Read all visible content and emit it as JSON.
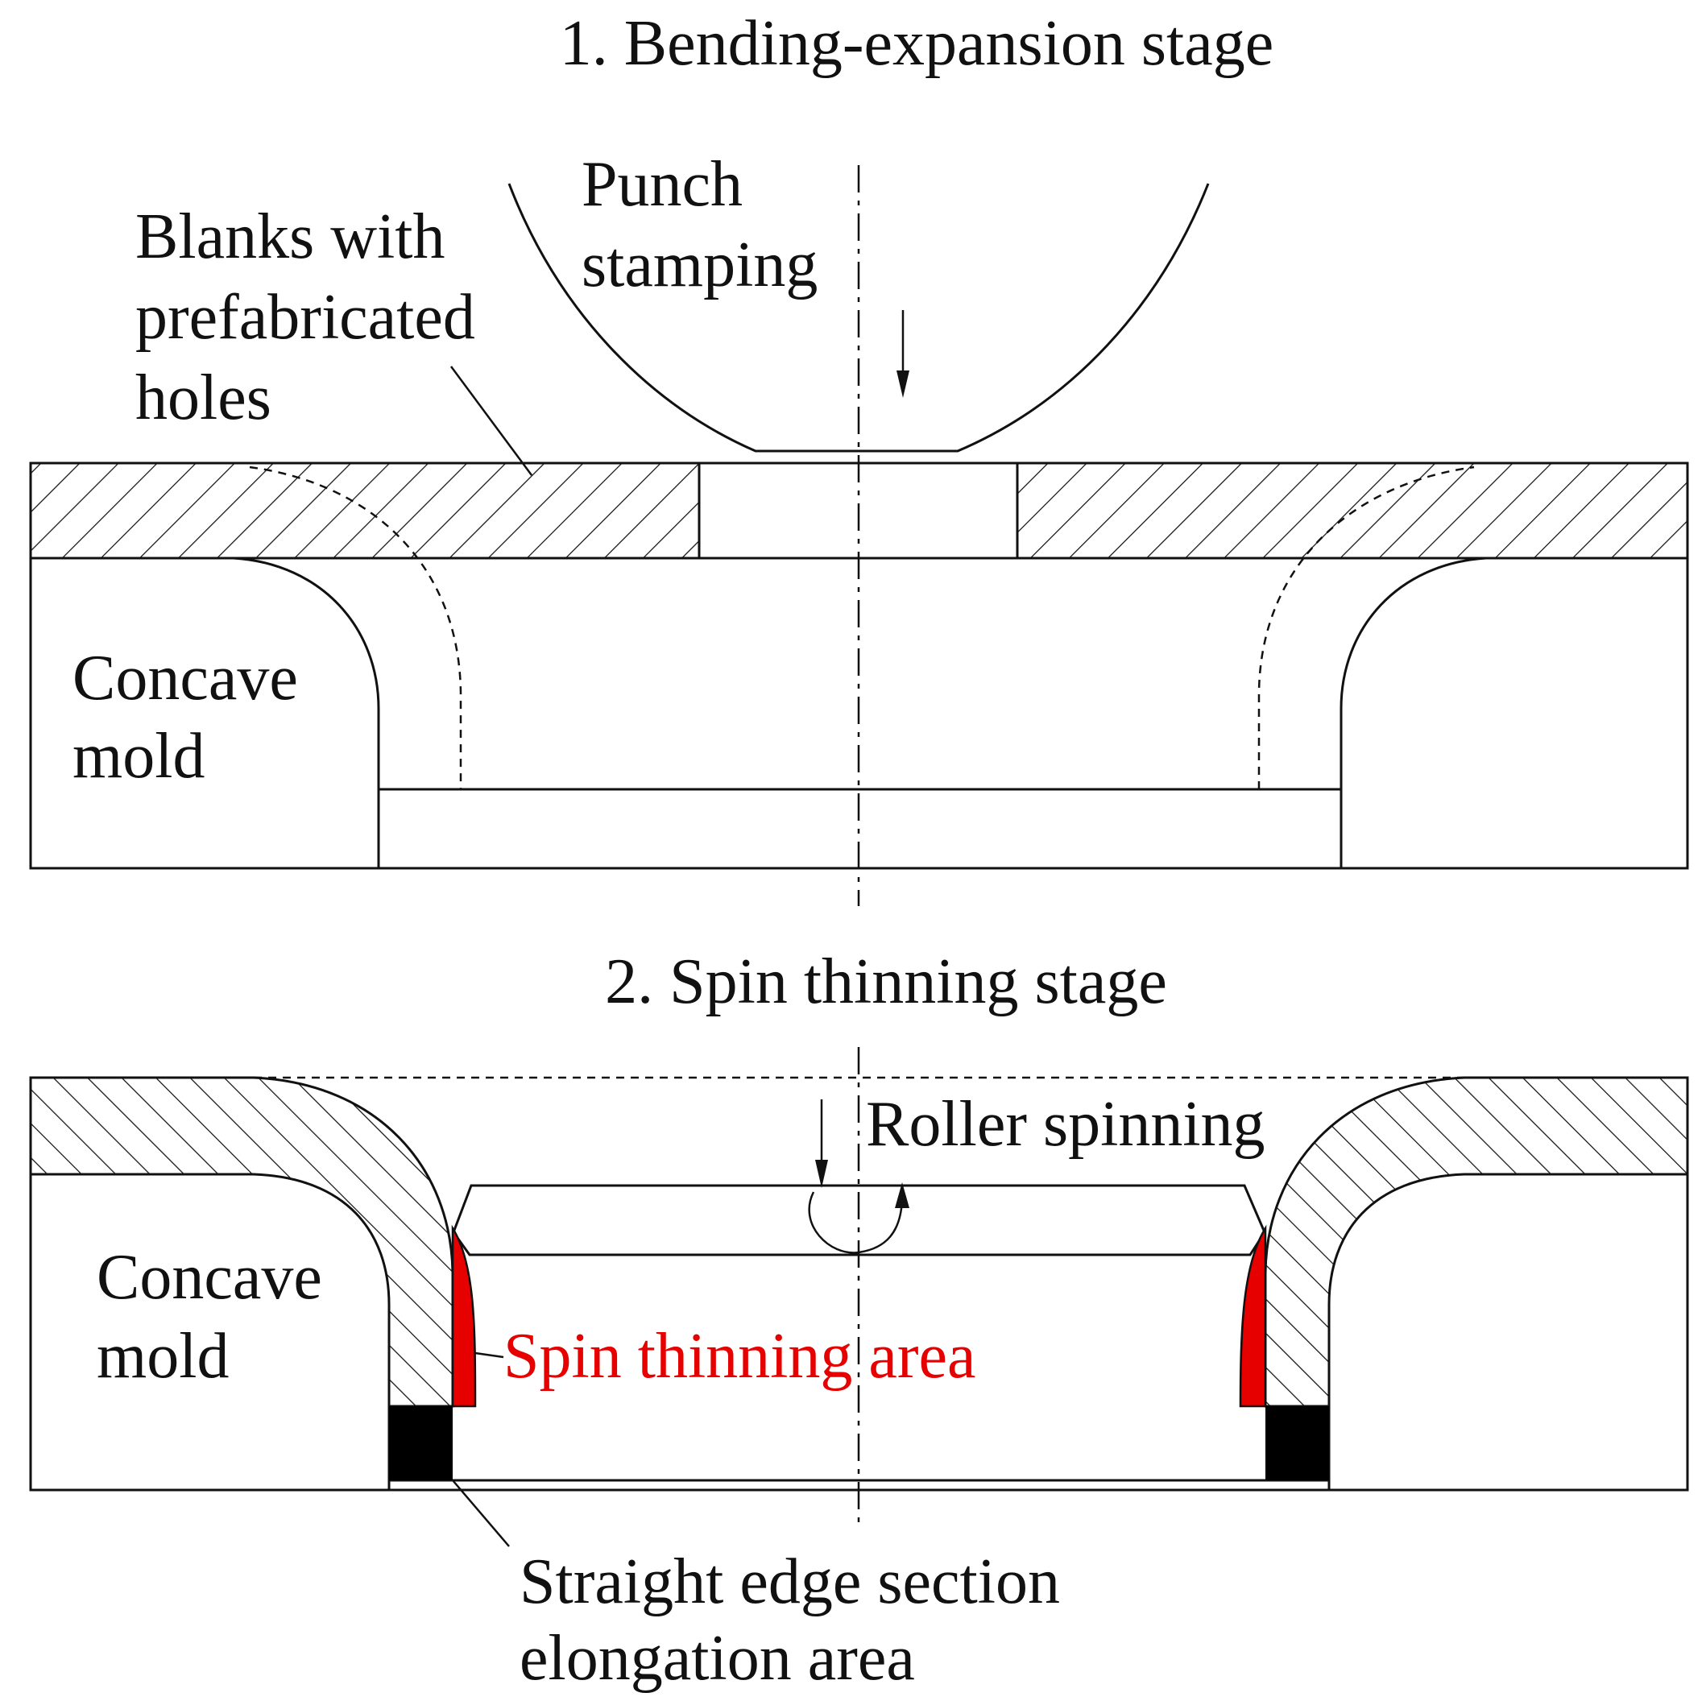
{
  "stage1": {
    "title": "1. Bending-expansion stage",
    "punch_label": [
      "Punch",
      "stamping"
    ],
    "blank_label": [
      "Blanks with",
      "prefabricated",
      "holes"
    ],
    "mold_label": [
      "Concave",
      "mold"
    ]
  },
  "stage2": {
    "title": "2. Spin thinning stage",
    "roller_label": "Roller spinning",
    "mold_label": [
      "Concave",
      "mold"
    ],
    "thinning_label": "Spin thinning area",
    "elongation_label": [
      "Straight edge section",
      "elongation area"
    ]
  },
  "colors": {
    "line": "#111111",
    "thinning_area": "#e60000",
    "elongation_area": "#000000",
    "background": "#ffffff"
  }
}
